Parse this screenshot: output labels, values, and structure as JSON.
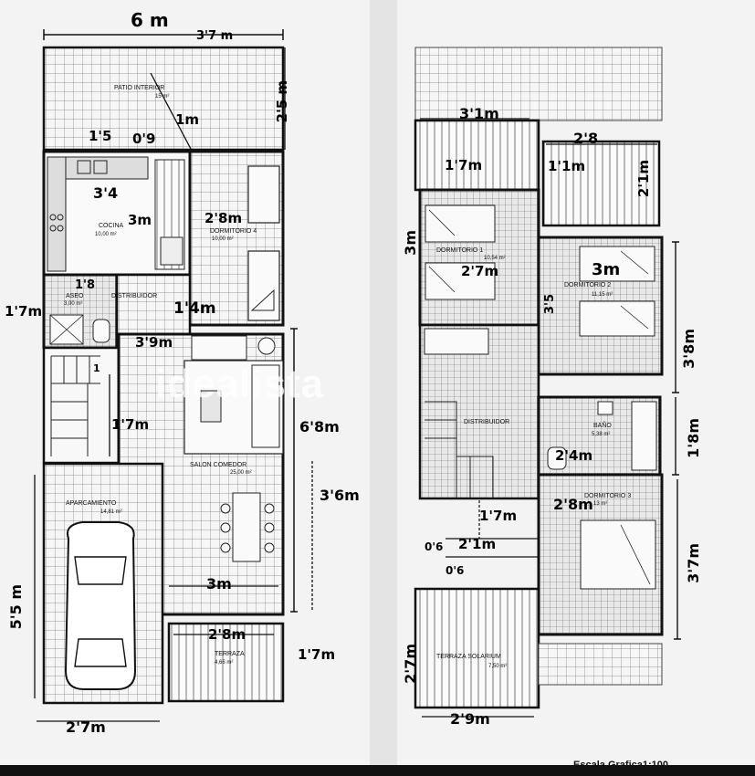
{
  "watermark": "idealista",
  "scale_label": "Escala Grafica1:100",
  "ground_floor": {
    "rooms": {
      "patio": {
        "name": "PATIO INTERIOR",
        "area": "15 m²"
      },
      "cocina": {
        "name": "COCINA",
        "area": "10,00 m²"
      },
      "dormitorio": {
        "name": "DORMITORIO 4",
        "area": "10,00 m²"
      },
      "aseo": {
        "name": "ASEO",
        "area": "3,00 m²"
      },
      "distribuidor": {
        "name": "DISTRIBUIDOR",
        "area": ""
      },
      "salon": {
        "name": "SALON COMEDOR",
        "area": "25,00 m²"
      },
      "garaje": {
        "name": "APARCAMIENTO",
        "area": "14,81 m²"
      },
      "terraza": {
        "name": "TERRAZA",
        "area": "4,66 m²"
      }
    },
    "dims": {
      "width_top": "6 m",
      "patio_w": "3'7 m",
      "patio_h": "2'5 m",
      "d_1_5": "1'5",
      "d_0_9": "0'9",
      "d_1m": "1m",
      "kitchen_w": "3'4",
      "kitchen_h": "3m",
      "bed_w": "2'8m",
      "d_1_8": "1'8",
      "d_1_7a": "1'7m",
      "d_1_4": "1'4m",
      "d_3_9": "3'9m",
      "d_1_7b": "1'7m",
      "d_6_8": "6'8m",
      "d_3_6": "3'6m",
      "d_3m": "3m",
      "garage_w": "2'7m",
      "garage_h": "5'5 m",
      "terrace_w": "2'8m",
      "terrace_h": "1'7m",
      "d_1": "1"
    }
  },
  "first_floor": {
    "rooms": {
      "dorm1": {
        "name": "DORMITORIO 1",
        "area": "10,54 m²"
      },
      "dorm2": {
        "name": "DORMITORIO 2",
        "area": "11,15 m²"
      },
      "distribuidor": {
        "name": "DISTRIBUIDOR",
        "area": ""
      },
      "bano": {
        "name": "BAÑO",
        "area": "5,38 m²"
      },
      "dorm3": {
        "name": "DORMITORIO 3",
        "area": "13 m²"
      },
      "solarium": {
        "name": "TERRAZA SOLARIUM",
        "area": "7,50 m²"
      }
    },
    "dims": {
      "d_3_1": "3'1m",
      "d_1_7": "1'7m",
      "d_2_8": "2'8",
      "d_1_1m": "1'1m",
      "d_2_1": "2'1m",
      "d_3m_a": "3m",
      "d_2_7": "2'7m",
      "d_3m_b": "3m",
      "d_3_5": "3'5",
      "d_3_8": "3'8m",
      "d_1_8": "1'8m",
      "d_2_4": "2'4m",
      "d_1_7b": "1'7m",
      "d_2_8m": "2'8m",
      "d_0_6a": "0'6",
      "d_2_1b": "2'1m",
      "d_0_6b": "0'6",
      "d_3_7": "3'7m",
      "d_2_7b": "2'7m",
      "d_2_9": "2'9m"
    }
  }
}
